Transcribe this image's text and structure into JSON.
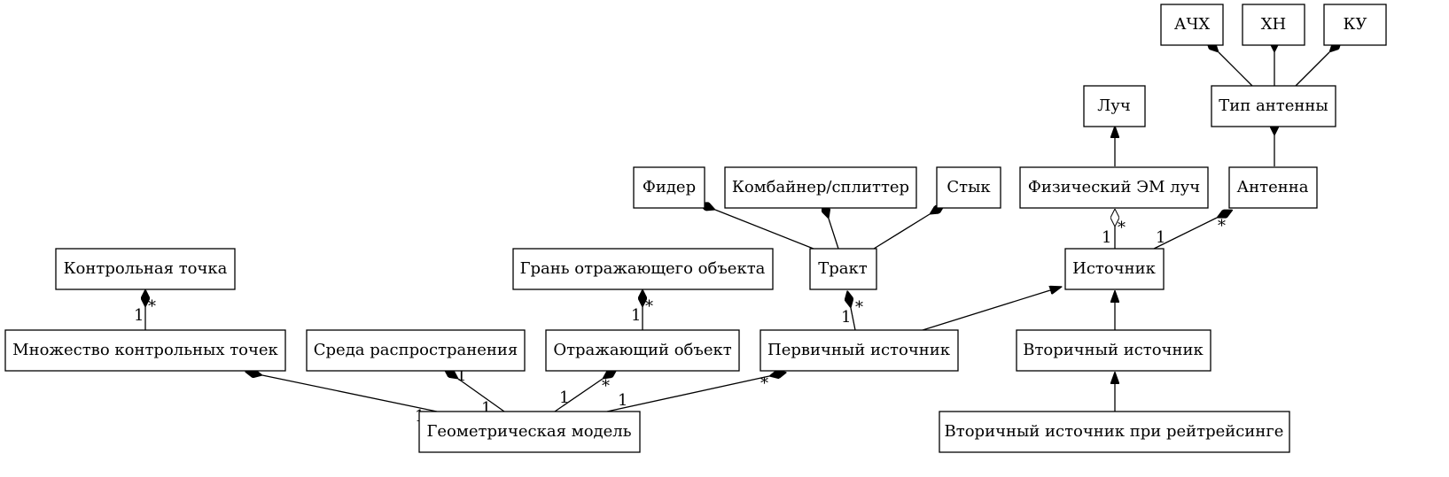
{
  "classes": {
    "achh": "АЧХ",
    "xn": "ХН",
    "ku": "КУ",
    "luch": "Луч",
    "tip_anteny": "Тип антенны",
    "fider": "Фидер",
    "kombainer": "Комбайнер/сплиттер",
    "styk": "Стык",
    "fiz_em_luch": "Физический ЭМ луч",
    "antenna": "Антенна",
    "kontrolnaya_tochka": "Контрольная точка",
    "gran": "Грань отражающего объекта",
    "trakt": "Тракт",
    "istochnik": "Источник",
    "mnozhestvo": "Множество контрольных точек",
    "sreda": "Среда распространения",
    "otr_obekt": "Отражающий объект",
    "pervichny": "Первичный источник",
    "vtorichny": "Вторичный источник",
    "geom_model": "Геометрическая модель",
    "vtorichny_ray": "Вторичный источник при рейтрейсинге"
  },
  "multiplicities": {
    "mn_kt_one": "1",
    "mn_kt_many": "*",
    "otr_gran_one": "1",
    "otr_gran_many": "*",
    "perv_trakt_one": "1",
    "perv_trakt_many": "*",
    "ist_fiz_one": "1",
    "ist_fiz_many": "*",
    "ist_ant_one": "1",
    "ist_ant_many": "*",
    "geo_mn_one": "1",
    "geo_mn_many": "*",
    "geo_sreda_one": "1",
    "geo_sreda_one_b": "1",
    "geo_otr_one": "1",
    "geo_otr_many": "*",
    "geo_perv_one": "1",
    "geo_perv_many": "*"
  }
}
